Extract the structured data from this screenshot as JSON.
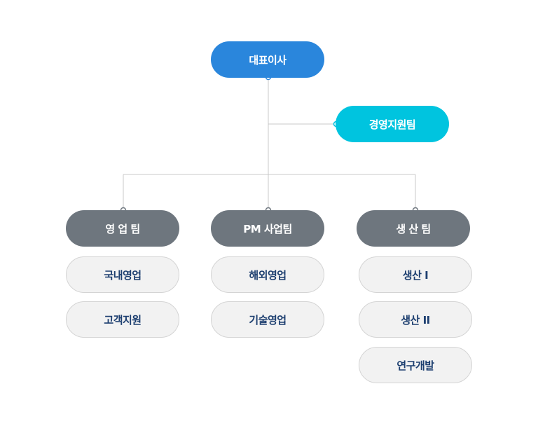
{
  "ceo": {
    "label": "대표이사"
  },
  "staff": {
    "label": "경영지원팀"
  },
  "teams": [
    {
      "label": "영 업 팀",
      "units": [
        "국내영업",
        "고객지원"
      ]
    },
    {
      "label": "PM 사업팀",
      "units": [
        "해외영업",
        "기술영업"
      ]
    },
    {
      "label": "생 산 팀",
      "units": [
        "생산 I",
        "생산 II",
        "연구개발"
      ]
    }
  ],
  "colors": {
    "ceo": "#2a86dc",
    "staff": "#00c4df",
    "team": "#6e767e",
    "unit_bg": "#f2f2f2",
    "unit_text": "#1d3f70",
    "line": "#c8c8c8"
  }
}
